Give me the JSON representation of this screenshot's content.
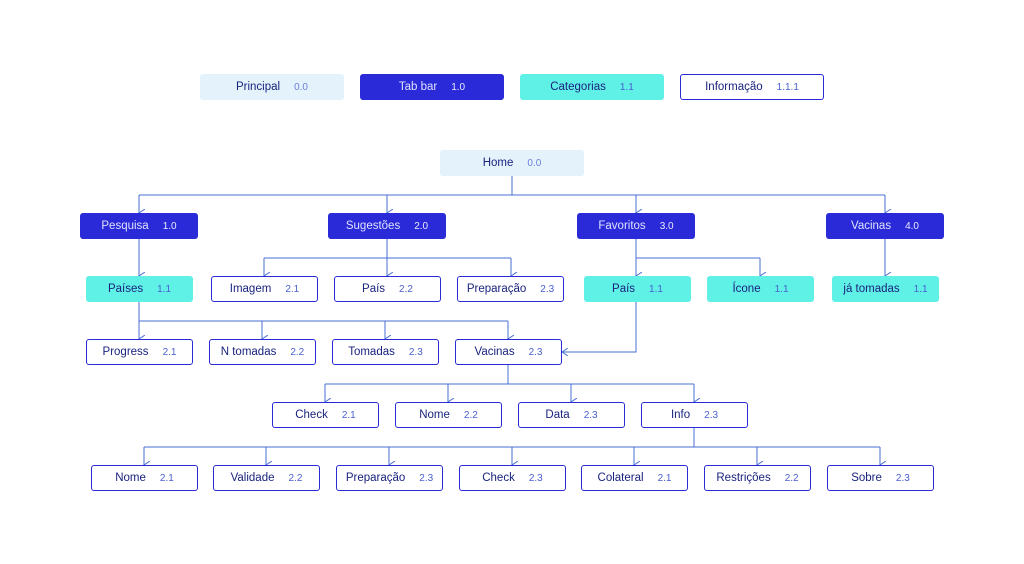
{
  "legend": [
    {
      "label": "Principal",
      "code": "0.0"
    },
    {
      "label": "Tab bar",
      "code": "1.0"
    },
    {
      "label": "Categorias",
      "code": "1.1"
    },
    {
      "label": "Informação",
      "code": "1.1.1"
    }
  ],
  "home": {
    "label": "Home",
    "code": "0.0"
  },
  "tabs": [
    {
      "label": "Pesquisa",
      "code": "1.0"
    },
    {
      "label": "Sugestões",
      "code": "2.0"
    },
    {
      "label": "Favoritos",
      "code": "3.0"
    },
    {
      "label": "Vacinas",
      "code": "4.0"
    }
  ],
  "level2": [
    {
      "label": "Países",
      "code": "1.1"
    },
    {
      "label": "Imagem",
      "code": "2.1"
    },
    {
      "label": "País",
      "code": "2.2"
    },
    {
      "label": "Preparação",
      "code": "2.3"
    },
    {
      "label": "País",
      "code": "1.1"
    },
    {
      "label": "Ícone",
      "code": "1.1"
    },
    {
      "label": "já tomadas",
      "code": "1.1"
    }
  ],
  "level3": [
    {
      "label": "Progress",
      "code": "2.1"
    },
    {
      "label": "N tomadas",
      "code": "2.2"
    },
    {
      "label": "Tomadas",
      "code": "2.3"
    },
    {
      "label": "Vacinas",
      "code": "2.3"
    }
  ],
  "level4": [
    {
      "label": "Check",
      "code": "2.1"
    },
    {
      "label": "Nome",
      "code": "2.2"
    },
    {
      "label": "Data",
      "code": "2.3"
    },
    {
      "label": "Info",
      "code": "2.3"
    }
  ],
  "level5": [
    {
      "label": "Nome",
      "code": "2.1"
    },
    {
      "label": "Validade",
      "code": "2.2"
    },
    {
      "label": "Preparação",
      "code": "2.3"
    },
    {
      "label": "Check",
      "code": "2.3"
    },
    {
      "label": "Colateral",
      "code": "2.1"
    },
    {
      "label": "Restrições",
      "code": "2.2"
    },
    {
      "label": "Sobre",
      "code": "2.3"
    }
  ],
  "colors": {
    "principal_bg": "#e3f2fb",
    "tabbar_bg": "#2a2ad8",
    "categorias_bg": "#5ff0e6",
    "info_border": "#2a2ad8",
    "connector": "#4a6fd6",
    "text_dark": "#1a237e"
  }
}
